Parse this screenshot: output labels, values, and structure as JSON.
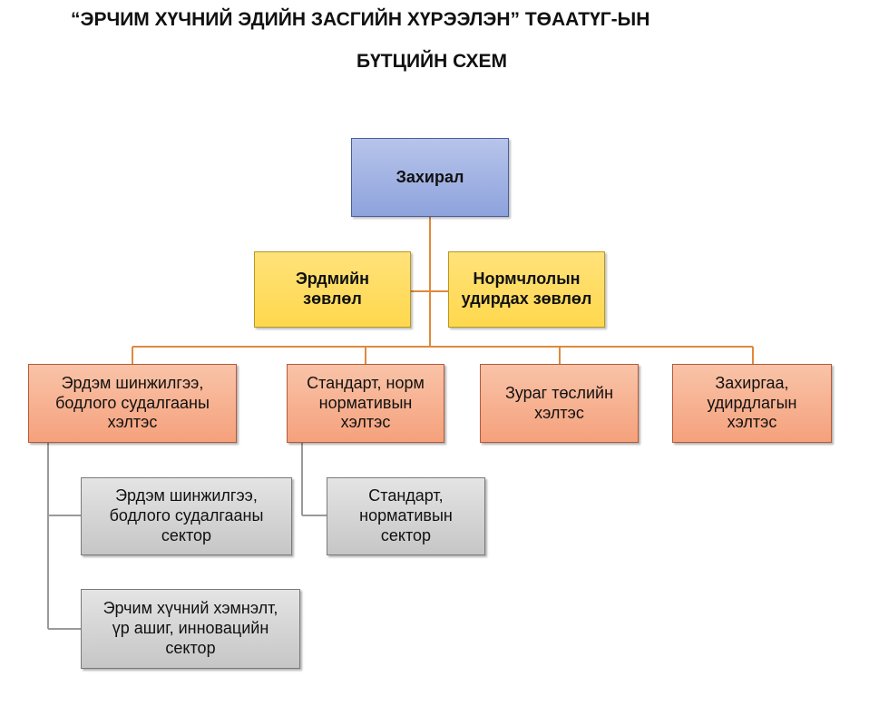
{
  "title": {
    "line1": "“ЭРЧИМ ХҮЧНИЙ ЭДИЙН ЗАСГИЙН ХҮРЭЭЛЭН” ТӨААТҮГ-ЫН",
    "line2": "БҮТЦИЙН СХЕМ"
  },
  "colors": {
    "top_fill": "#8ea3dd",
    "council_fill": "#ffd84d",
    "department_fill": "#f5a17c",
    "sector_fill": "#c6c6c6",
    "orange_connector": "#e0893c",
    "gray_connector": "#9a9a9a"
  },
  "nodes": {
    "director": "Захирал",
    "academic_council": "Эрдмийн\nзөвлөл",
    "normative_council": "Нормчлолын\nудирдах зөвлөл",
    "dept_research": "Эрдэм шинжилгээ,\nбодлого судалгааны\nхэлтэс",
    "dept_standard": "Стандарт, норм\nнормативын\nхэлтэс",
    "dept_design": "Зураг төслийн\nхэлтэс",
    "dept_admin": "Захиргаа,\nудирдлагын\nхэлтэс",
    "sector_research": "Эрдэм шинжилгээ,\nбодлого судалгааны\nсектор",
    "sector_energy_saving": "Эрчим хүчний хэмнэлт,\nүр ашиг, инновацийн\nсектор",
    "sector_standard": "Стандарт,\nнормативын\nсектор"
  }
}
